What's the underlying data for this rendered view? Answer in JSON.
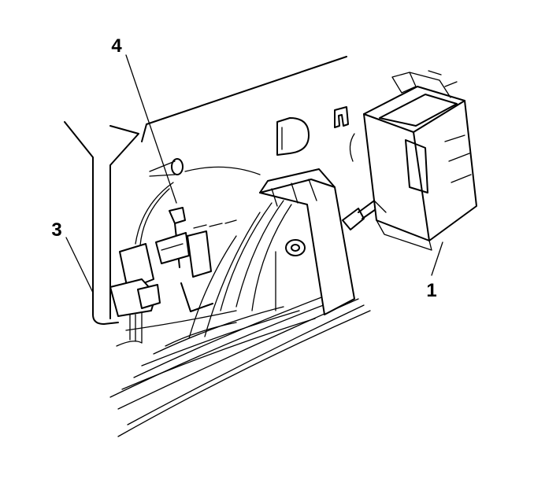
{
  "callouts": [
    {
      "id": "1",
      "label": "1"
    },
    {
      "id": "3",
      "label": "3"
    },
    {
      "id": "4",
      "label": "4"
    }
  ],
  "colors": {
    "ink": "#000000",
    "paper": "#ffffff"
  }
}
